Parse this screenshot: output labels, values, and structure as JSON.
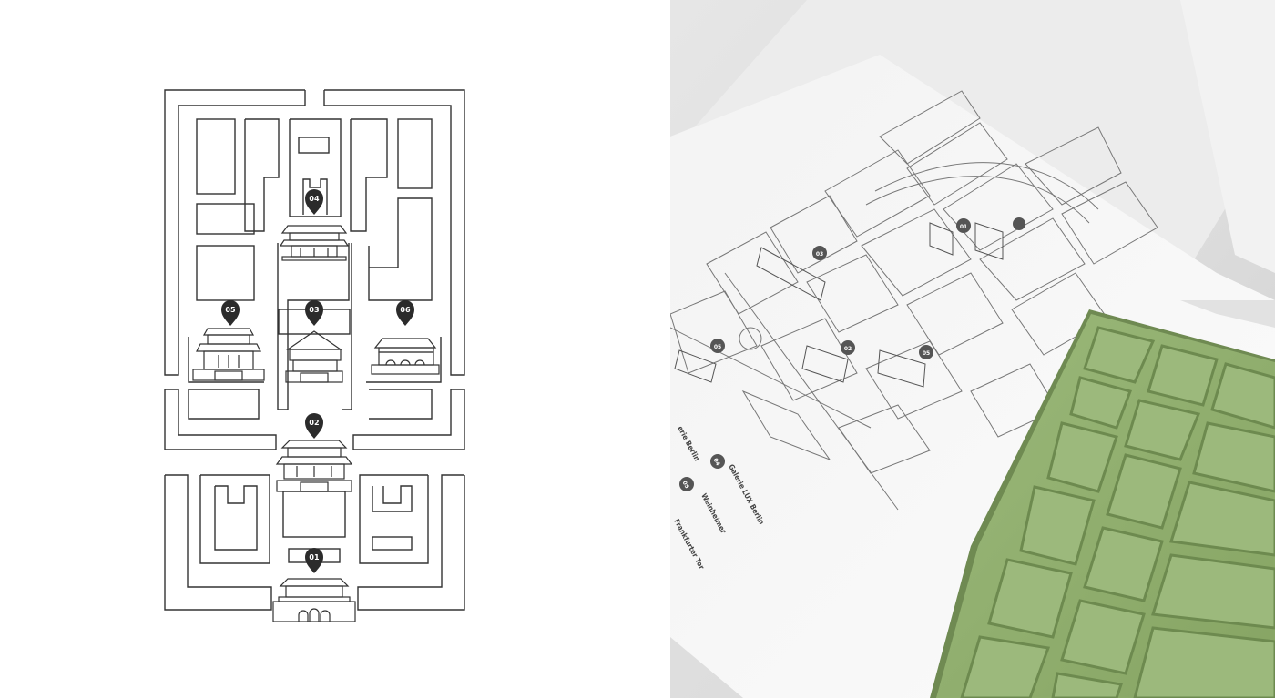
{
  "map": {
    "markers": [
      {
        "id": "m01",
        "label": "01"
      },
      {
        "id": "m02",
        "label": "02"
      },
      {
        "id": "m03",
        "label": "03"
      },
      {
        "id": "m04",
        "label": "04"
      },
      {
        "id": "m05",
        "label": "05"
      },
      {
        "id": "m06",
        "label": "06"
      }
    ]
  },
  "photo": {
    "markers": [
      "03",
      "02",
      "05",
      "05",
      "01"
    ],
    "legend": [
      {
        "text": "erie Berlin"
      },
      {
        "number": "04",
        "text": "Galerie LUX Berlin"
      },
      {
        "number": "05",
        "text": "Weinheimer"
      },
      {
        "text": "Frankfurter Tor"
      }
    ]
  },
  "colors": {
    "line": "#333333",
    "pin": "#2b2b2b",
    "green": "#8fac6c"
  }
}
